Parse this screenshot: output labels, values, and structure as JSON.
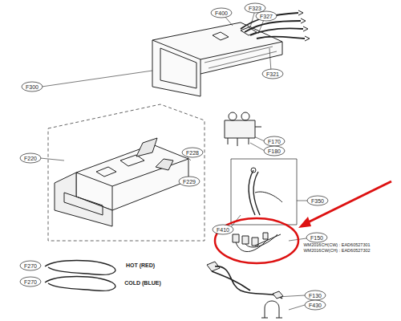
{
  "diagram": {
    "labels": [
      "F323",
      "F327",
      "F400",
      "F300",
      "F321",
      "F170",
      "F180",
      "F228",
      "F229",
      "F220",
      "F350",
      "F410",
      "F150",
      "WM2016CH(CW) : EAD60527301",
      "WM2016CW(CH) : EAD60527302",
      "F270",
      "HOT (RED)",
      "F270",
      "COLD (BLUE)",
      "F130",
      "F430"
    ]
  }
}
